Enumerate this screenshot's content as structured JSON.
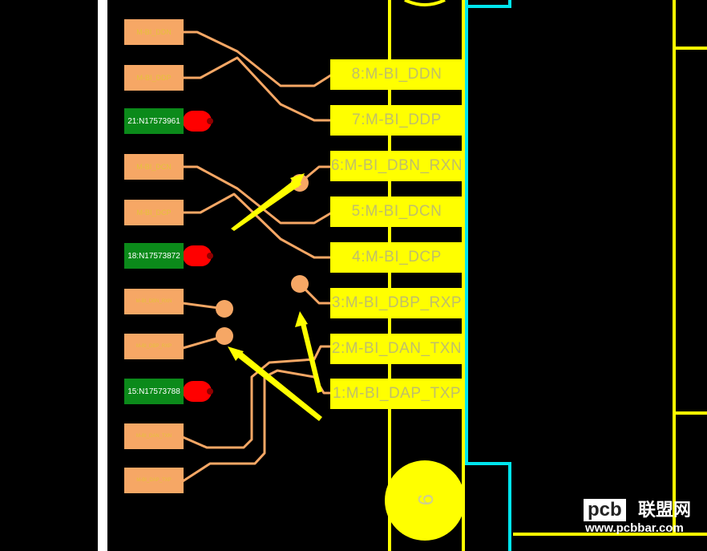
{
  "left_pads": [
    {
      "label": "M-BI_DDN",
      "small": false
    },
    {
      "label": "M-BI_DDP",
      "small": false
    },
    {
      "label": "M-BI_DCN",
      "small": false
    },
    {
      "label": "M-BI_DCP",
      "small": false
    },
    {
      "label": "M-BI_DBN_RXN",
      "small": true
    },
    {
      "label": "M-BI_DBP_RXP",
      "small": true
    },
    {
      "label": "M-BI_DAN_TXN",
      "small": true
    },
    {
      "label": "M-BI_DAP_TXP",
      "small": true
    }
  ],
  "test_points": [
    {
      "label": "21:N17573961"
    },
    {
      "label": "18:N17573872"
    },
    {
      "label": "15:N17573788"
    }
  ],
  "right_pads": [
    {
      "label": "8:M-BI_DDN"
    },
    {
      "label": "7:M-BI_DDP"
    },
    {
      "label": "6:M-BI_DBN_RXN"
    },
    {
      "label": "5:M-BI_DCN"
    },
    {
      "label": "4:M-BI_DCP"
    },
    {
      "label": "3:M-BI_DBP_RXP"
    },
    {
      "label": "2:M-BI_DAN_TXN"
    },
    {
      "label": "1:M-BI_DAP_TXP"
    }
  ],
  "mount_hole_label": "9",
  "watermark": {
    "logo_text": "pcb",
    "cn_text": "联盟网",
    "url": "www.pcbbar.com"
  },
  "colors": {
    "background": "#000000",
    "copper_trace": "#f6a765",
    "pad_yellow": "#ffff00",
    "outline_cyan": "#00e5ee",
    "test_point_green": "#0b8a1a",
    "test_point_red": "#ff0000",
    "arrow_yellow": "#ffff00",
    "edge_white": "#ffffff"
  }
}
